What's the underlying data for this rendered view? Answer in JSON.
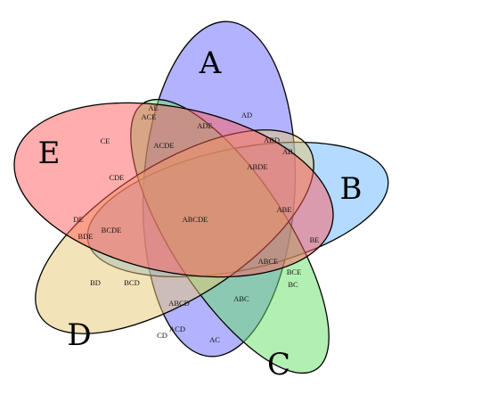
{
  "sets": [
    {
      "key": "A",
      "label": "A",
      "color": "#6666ff"
    },
    {
      "key": "B",
      "label": "B",
      "color": "#66b8ff"
    },
    {
      "key": "C",
      "label": "C",
      "color": "#66e066"
    },
    {
      "key": "D",
      "label": "D",
      "color": "#e8c872"
    },
    {
      "key": "E",
      "label": "E",
      "color": "#ff5c5c"
    }
  ],
  "regions": [
    "AE",
    "AD",
    "ACE",
    "ADE",
    "CE",
    "ABD",
    "AB",
    "ACDE",
    "ABDE",
    "CDE",
    "ABCDE",
    "ABE",
    "DE",
    "BCDE",
    "BDE",
    "BE",
    "ABCE",
    "BCE",
    "BD",
    "BCD",
    "BC",
    "ABC",
    "ABCD",
    "ACD",
    "CD",
    "AC"
  ]
}
